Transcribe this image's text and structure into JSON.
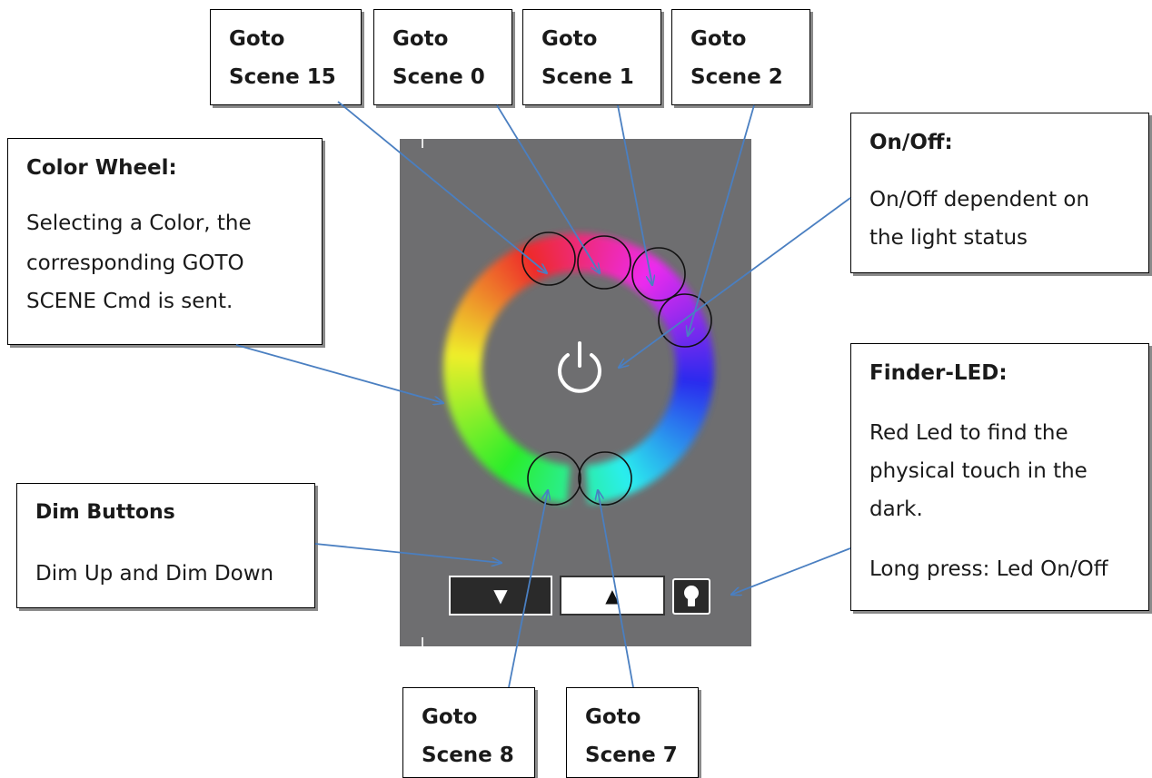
{
  "callouts": {
    "color_wheel": {
      "title": "Color Wheel:",
      "line1": "Selecting a Color, the",
      "line2": "corresponding GOTO",
      "line3": "SCENE Cmd is sent."
    },
    "on_off": {
      "title": "On/Off:",
      "line1": "On/Off dependent on",
      "line2": "the light status"
    },
    "finder_led": {
      "title": "Finder-LED:",
      "line1": "Red Led to find the",
      "line2": "physical touch in the",
      "line3": "dark.",
      "line4": "Long press: Led On/Off"
    },
    "dim_buttons": {
      "title": "Dim Buttons",
      "line1": "Dim Up and Dim Down"
    },
    "goto_scene_15": {
      "line1": "Goto",
      "line2": "Scene 15"
    },
    "goto_scene_0": {
      "line1": "Goto",
      "line2": "Scene 0"
    },
    "goto_scene_1": {
      "line1": "Goto",
      "line2": "Scene 1"
    },
    "goto_scene_2": {
      "line1": "Goto",
      "line2": "Scene 2"
    },
    "goto_scene_8": {
      "line1": "Goto",
      "line2": "Scene 8"
    },
    "goto_scene_7": {
      "line1": "Goto",
      "line2": "Scene 7"
    }
  },
  "panel": {
    "dim_down_symbol": "▼",
    "dim_up_symbol": "▲",
    "finder_icon": "bulb-icon",
    "power_icon": "power-icon"
  },
  "colors": {
    "panel_bg": "#6e6e70",
    "arrow": "#4a7fc1",
    "callout_border": "#000000"
  }
}
